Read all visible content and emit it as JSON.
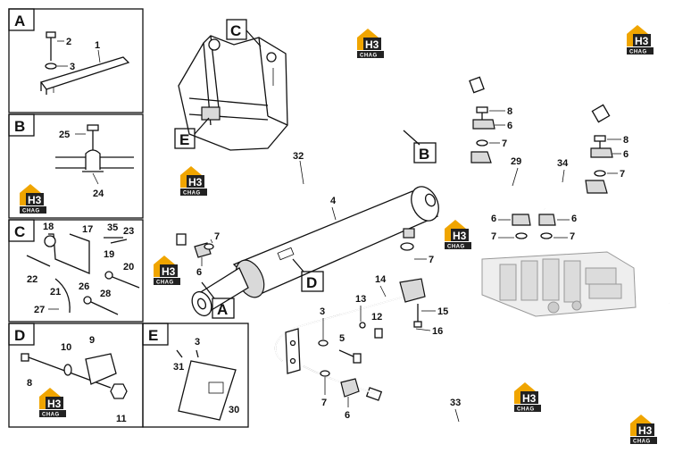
{
  "panels": {
    "A": {
      "letter": "A",
      "labels": [
        "2",
        "1",
        "3"
      ]
    },
    "B": {
      "letter": "B",
      "labels": [
        "25",
        "24"
      ]
    },
    "C": {
      "letter": "C",
      "labels": [
        "18",
        "17",
        "35",
        "23",
        "22",
        "19",
        "20",
        "21",
        "26",
        "28",
        "27"
      ]
    },
    "D": {
      "letter": "D",
      "labels": [
        "10",
        "9",
        "8",
        "11"
      ]
    },
    "E": {
      "letter": "E",
      "labels": [
        "3",
        "31",
        "30"
      ]
    }
  },
  "callouts": {
    "C": "C",
    "E": "E",
    "B": "B",
    "D": "D",
    "A": "A"
  },
  "labels": {
    "n32": "32",
    "n4": "4",
    "n7a": "7",
    "n6a": "6",
    "n8a": "8",
    "n6b": "6",
    "n7b": "7",
    "n29": "29",
    "n34": "34",
    "n8b": "8",
    "n6c": "6",
    "n7c": "7",
    "n6d": "6",
    "n6e": "6",
    "n7d": "7",
    "n7e": "7",
    "n7f": "7",
    "n14": "14",
    "n13": "13",
    "n12": "12",
    "n15": "15",
    "n16": "16",
    "n3": "3",
    "n5": "5",
    "n7g": "7",
    "n6f": "6",
    "n33": "33"
  },
  "logo": {
    "mark": "H3",
    "text": "CHAG",
    "color": "#f0a500"
  }
}
